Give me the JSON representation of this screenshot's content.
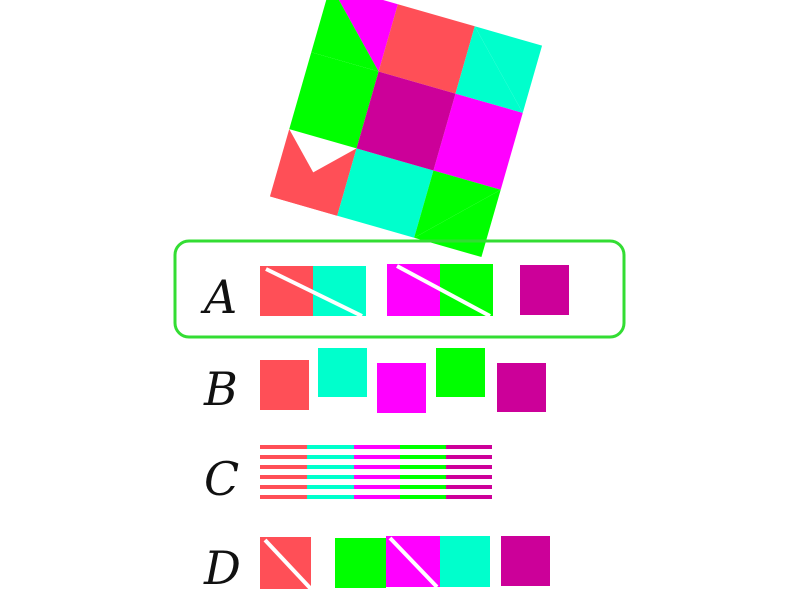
{
  "colors": {
    "red": "#ff4f57",
    "cyan": "#00ffcc",
    "magenta": "#ff00ff",
    "green": "#00ff00",
    "purple": "#cc0099",
    "highlight": "#33dd33",
    "divider": "#ffffff"
  },
  "options": [
    {
      "letter": "A",
      "selected": true
    },
    {
      "letter": "B",
      "selected": false
    },
    {
      "letter": "C",
      "selected": false
    },
    {
      "letter": "D",
      "selected": false
    }
  ]
}
